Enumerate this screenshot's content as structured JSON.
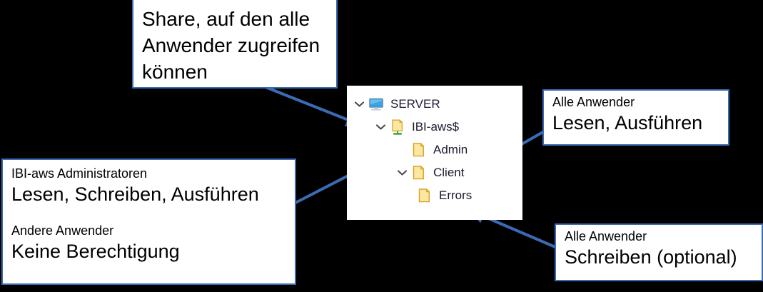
{
  "diagram": {
    "background_color": "#000000",
    "accent_color": "#3a6cb5",
    "panel_color": "#ffffff"
  },
  "callouts": {
    "share": {
      "name": "share-callout",
      "text": "Share, auf den alle Anwender zugreifen können"
    },
    "admins": {
      "name": "admins-callout",
      "heading1": "IBI-aws Administratoren",
      "perm1": "Lesen, Schreiben, Ausführen",
      "heading2": "Andere Anwender",
      "perm2": "Keine Berechtigung"
    },
    "all_users_read": {
      "name": "all-users-read-callout",
      "heading": "Alle Anwender",
      "perm": "Lesen, Ausführen"
    },
    "all_users_write": {
      "name": "all-users-write-callout",
      "heading": "Alle Anwender",
      "perm": "Schreiben (optional)"
    }
  },
  "tree": {
    "nodes": [
      {
        "label": "SERVER",
        "icon": "monitor-icon",
        "chevron": "chevron-down-icon",
        "level": 0
      },
      {
        "label": "IBI-aws$",
        "icon": "shared-folder-icon",
        "chevron": "chevron-down-icon",
        "level": 1
      },
      {
        "label": "Admin",
        "icon": "folder-icon",
        "chevron": "",
        "level": 2
      },
      {
        "label": "Client",
        "icon": "folder-icon",
        "chevron": "chevron-down-icon",
        "level": 2
      },
      {
        "label": "Errors",
        "icon": "folder-icon",
        "chevron": "",
        "level": 3
      }
    ]
  },
  "arrows": [
    {
      "name": "arrow-share-to-ibiaws",
      "from": "share-callout",
      "to": "IBI-aws$"
    },
    {
      "name": "arrow-admins-to-admin",
      "from": "admins-callout",
      "to": "Admin"
    },
    {
      "name": "arrow-read-to-client",
      "from": "all-users-read-callout",
      "to": "Client"
    },
    {
      "name": "arrow-write-to-errors",
      "from": "all-users-write-callout",
      "to": "Errors"
    }
  ]
}
